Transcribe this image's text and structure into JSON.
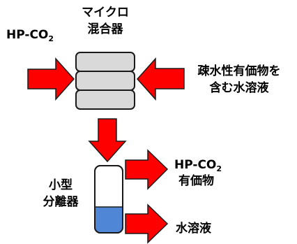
{
  "colors": {
    "arrow_fill": "#ff0000",
    "arrow_stroke": "#1a1a1a",
    "mixer_fill": "#d9d9d9",
    "separator_lower_fill": "#4f86d6",
    "outline": "#1a1a1a",
    "background": "#ffffff"
  },
  "labels": {
    "hp_co2_in": {
      "main": "HP-CO",
      "sub": "2"
    },
    "mixer_line1": "マイクロ",
    "mixer_line2": "混合器",
    "aqueous_in_line1": "疎水性有価物を",
    "aqueous_in_line2": "含む水溶液",
    "separator_line1": "小型",
    "separator_line2": "分離器",
    "hp_co2_out": {
      "main": "HP-CO",
      "sub": "2"
    },
    "product_out": "有価物",
    "water_out": "水溶液"
  }
}
